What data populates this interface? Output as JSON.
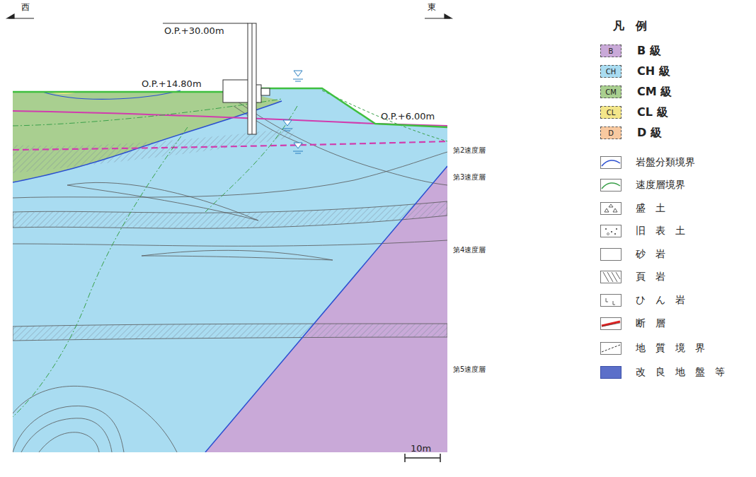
{
  "diagram": {
    "labels": [
      "西",
      "東",
      "O.P.+30.00m",
      "O.P.+14.80m",
      "O.P.+6.00m",
      "第2速度層",
      "第3速度層",
      "第4速度層",
      "第5速度層",
      "10m",
      "凡　例",
      "B",
      "CH",
      "CM",
      "CL",
      "D"
    ],
    "legend": [
      {
        "text": "B 級",
        "color": "#c9a9d8"
      },
      {
        "text": "CH 級",
        "color": "#a9dcf1"
      },
      {
        "text": "CM 級",
        "color": "#a9cf90"
      },
      {
        "text": "CL 級",
        "color": "#f3e68a"
      },
      {
        "text": "D 級",
        "color": "#f8c9a0"
      },
      {
        "text": "岩盤分類境界"
      },
      {
        "text": "速度層境界"
      },
      {
        "text": "盛　土"
      },
      {
        "text": "旧　表　土"
      },
      {
        "text": "砂　岩"
      },
      {
        "text": "頁　岩"
      },
      {
        "text": "ひ　ん　岩"
      },
      {
        "text": "断　層"
      },
      {
        "text": "地　質　境　界"
      },
      {
        "text": "改　良　地　盤　等",
        "color": "#5b6fc9"
      }
    ]
  }
}
